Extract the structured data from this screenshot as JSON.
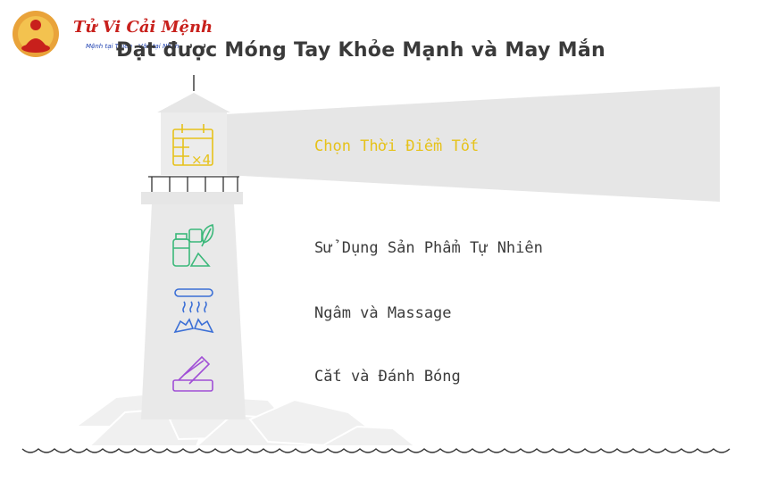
{
  "logo": {
    "name": "Tử Vi Cải Mệnh",
    "tagline": "Mệnh tại Thiên - Vận tại Nhân",
    "brand_color": "#c8201c"
  },
  "title": "Đạt được Móng Tay Khỏe Mạnh và May Mắn",
  "steps": [
    {
      "label": "Chọn Thời Điểm Tốt",
      "icon": "calendar-icon",
      "color": "#e6c21a"
    },
    {
      "label": "Sử Dụng Sản Phẩm Tự Nhiên",
      "icon": "natural-products-icon",
      "color": "#3bb87a"
    },
    {
      "label": "Ngâm và Massage",
      "icon": "soak-massage-icon",
      "color": "#3b6fd6"
    },
    {
      "label": "Cắt và Đánh Bóng",
      "icon": "nail-file-icon",
      "color": "#a04fd6"
    }
  ],
  "colors": {
    "lighthouse": "#e9e9e9",
    "beam": "#e6e6e6",
    "rocks": "#f0f0f0",
    "text": "#3c3c3c"
  }
}
